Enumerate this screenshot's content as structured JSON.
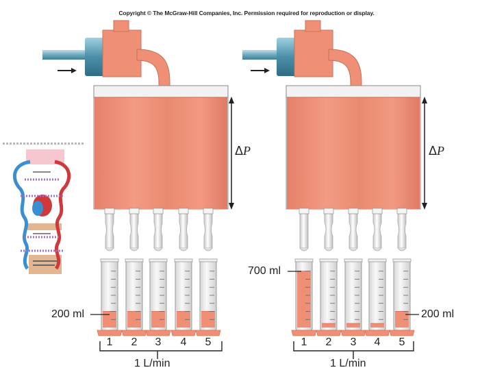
{
  "copyright": "Copyright © The McGraw-Hill Companies, Inc. Permission required for reproduction or display.",
  "pressure_label": "ΔP",
  "pressure_symbol": "Δ",
  "pressure_var": "P",
  "left_panel": {
    "cylinder_label": "200 ml",
    "cylinder_numbers": [
      "1",
      "2",
      "3",
      "4",
      "5"
    ],
    "cylinder_fill_ml": [
      200,
      200,
      200,
      200,
      200
    ],
    "flow_rate": "1 L/min",
    "flow_rate_value": "1 L",
    "flow_rate_unit": "/min"
  },
  "right_panel": {
    "top_label": "700 ml",
    "side_label": "200 ml",
    "cylinder_numbers": [
      "1",
      "2",
      "3",
      "4",
      "5"
    ],
    "cylinder_fill_ml": [
      700,
      50,
      50,
      50,
      200
    ],
    "flow_rate": "1 L/min",
    "flow_rate_value": "1 L",
    "flow_rate_unit": "/min"
  },
  "colors": {
    "fluid": "#ef8f76",
    "fluid_dark": "#d9735c",
    "pump_metal": "#4c8fa8",
    "glass": "#e8e8e8",
    "outline": "#555555"
  }
}
